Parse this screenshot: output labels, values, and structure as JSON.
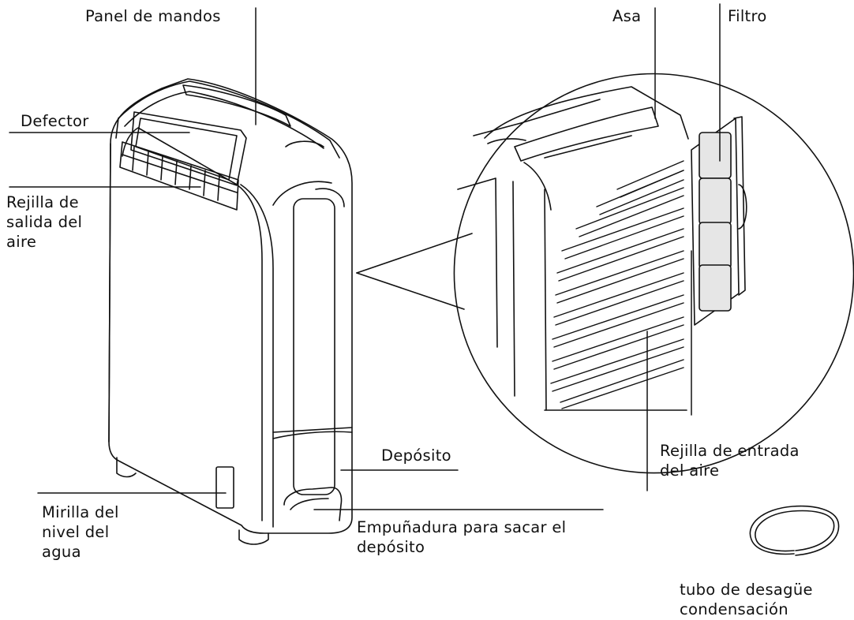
{
  "labels": {
    "panel": "Panel de mandos",
    "defector": "Defector",
    "rejilla_salida": "Rejilla de\nsalida del\naire",
    "mirilla": "Mirilla del\nnivel del\nagua",
    "deposito": "Depósito",
    "empunadura": "Empuñadura para sacar el\ndepósito",
    "asa": "Asa",
    "filtro": "Filtro",
    "rejilla_entrada": "Rejilla de entrada\ndel aire",
    "tubo": "tubo de desagüe\ncondensación"
  },
  "colors": {
    "ink": "#111111",
    "paper": "#ffffff",
    "filter_fill": "#e6e6e6"
  }
}
